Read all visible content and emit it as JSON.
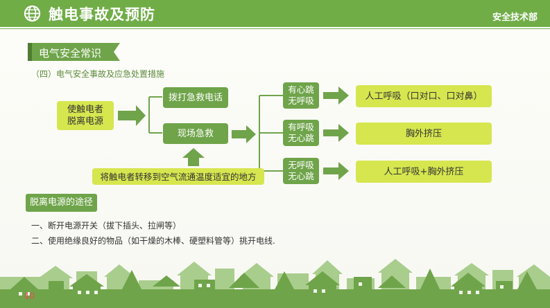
{
  "header": {
    "title": "触电事故及预防",
    "department": "安全技术部"
  },
  "section": {
    "tag": "电气安全常识",
    "subtitle": "（四）电气安全事故及应急处置措施"
  },
  "flow": {
    "start": "使触电者\n脱离电源",
    "call": "拨打急救电话",
    "first_aid": "现场急救",
    "transfer": "将触电者转移到空气流通温度适宜的地方",
    "conditions": [
      {
        "label": "有心跳\n无呼吸",
        "action": "人工呼吸（口对口、口对鼻）"
      },
      {
        "label": "有呼吸\n无心跳",
        "action": "胸外挤压"
      },
      {
        "label": "无呼吸\n无心跳",
        "action": "人工呼吸+胸外挤压"
      }
    ]
  },
  "ways": {
    "title": "脱离电源的途径",
    "items": [
      "一、断开电源开关（拔下插头、拉闸等）",
      "二、使用绝缘良好的物品（如干燥的木棒、硬塑料管等）挑开电线."
    ]
  },
  "page_number": "40",
  "colors": {
    "green": "#70ad47",
    "lime": "#d6e64f",
    "page_number": "#e05050"
  }
}
